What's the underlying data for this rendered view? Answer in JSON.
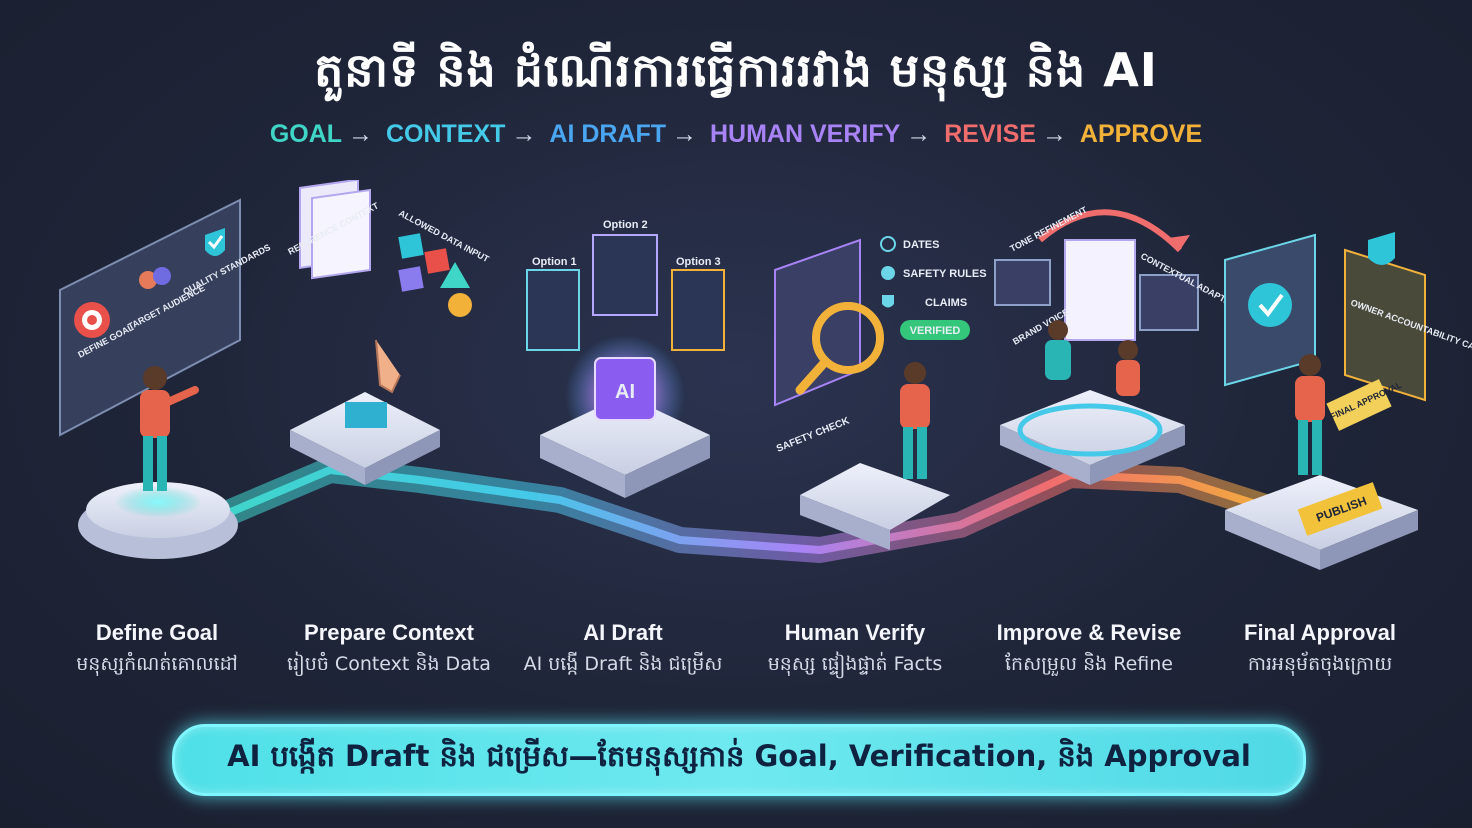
{
  "title": "តួនាទី និង ដំណើរការធ្វើការរវាង មនុស្ស និង AI",
  "flow": [
    {
      "label": "GOAL",
      "color": "#3fd6c8"
    },
    {
      "label": "CONTEXT",
      "color": "#44c9e8"
    },
    {
      "label": "AI DRAFT",
      "color": "#4aa6f0"
    },
    {
      "label": "HUMAN VERIFY",
      "color": "#a883f5"
    },
    {
      "label": "REVISE",
      "color": "#f06d6d"
    },
    {
      "label": "APPROVE",
      "color": "#f2b23a"
    }
  ],
  "flow_arrow": "→",
  "stages": [
    {
      "title": "Define Goal",
      "subtitle": "មនុស្សកំណត់គោលដៅ"
    },
    {
      "title": "Prepare Context",
      "subtitle": "រៀបចំ Context និង Data"
    },
    {
      "title": "AI Draft",
      "subtitle": "AI បង្កើ Draft និង ជម្រើស"
    },
    {
      "title": "Human Verify",
      "subtitle": "មនុស្ស ផ្ទៀងផ្ទាត់ Facts"
    },
    {
      "title": "Improve & Revise",
      "subtitle": "កែសម្រួល និង Refine"
    },
    {
      "title": "Final Approval",
      "subtitle": "ការអនុម័តចុងក្រោយ"
    }
  ],
  "scene": {
    "goal_panel": [
      "DEFINE GOAL",
      "TARGET AUDIENCE",
      "QUALITY STANDARDS"
    ],
    "context_panel": [
      "REFERENCE CONTEXT",
      "ALLOWED DATA INPUT"
    ],
    "ai_options": [
      "Option 1",
      "Option 2",
      "Option 3"
    ],
    "ai_chip": "AI",
    "verify_items": [
      "DATES",
      "SAFETY RULES",
      "CLAIMS"
    ],
    "verified_badge": "VERIFIED",
    "safety_check": "SAFETY CHECK",
    "revise_tags": [
      "TONE REFINEMENT",
      "CONTEXTUAL ADAPTATION",
      "BRAND VOICE"
    ],
    "approval_tags": [
      "OWNER ACCOUNTABILITY CARD",
      "FINAL APPROVAL",
      "PUBLISH"
    ]
  },
  "banner": "AI បង្កើត Draft និង ជម្រើស—តែមនុស្សកាន់ Goal, Verification, និង Approval",
  "colors": {
    "teal": "#3fd6c8",
    "cyan": "#44c9e8",
    "blue": "#4aa6f0",
    "purple": "#a883f5",
    "red": "#f06d6d",
    "amber": "#f2b23a",
    "banner": "#5fe6ee"
  }
}
